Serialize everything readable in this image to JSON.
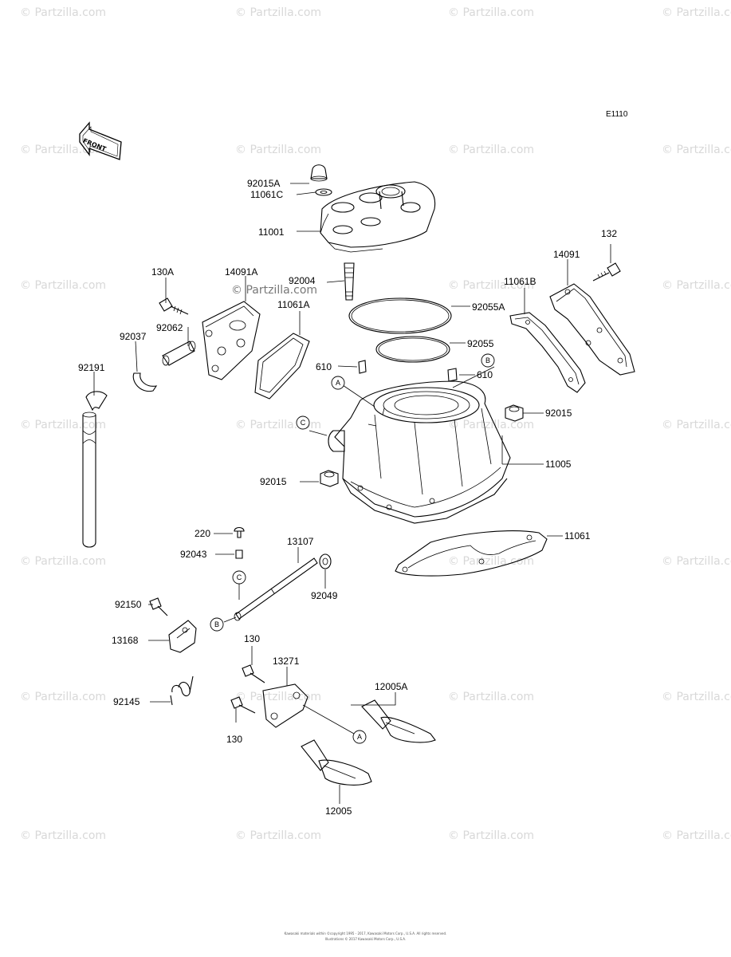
{
  "watermark": "© Partzilla.com",
  "diagram_code": "E1110",
  "front_arrow_text": "FRONT",
  "callouts": [
    "A",
    "B",
    "C"
  ],
  "part_labels": {
    "p92015A": "92015A",
    "p11061C": "11061C",
    "p11001": "11001",
    "p132": "132",
    "p14091": "14091",
    "p130A": "130A",
    "p14091A": "14091A",
    "p92004": "92004",
    "p11061B": "11061B",
    "p92055A": "92055A",
    "p11061A": "11061A",
    "p92062": "92062",
    "p92037": "92037",
    "p92055": "92055",
    "p610a": "610",
    "p610b": "610",
    "p92191": "92191",
    "p92015a": "92015",
    "p11005": "11005",
    "p92015b": "92015",
    "p220": "220",
    "p13107": "13107",
    "p11061": "11061",
    "p92043": "92043",
    "p92049": "92049",
    "p92150": "92150",
    "p13168": "13168",
    "p130a": "130",
    "p13271": "13271",
    "p12005A": "12005A",
    "p92145": "92145",
    "p130b": "130",
    "p12005": "12005"
  },
  "footer": {
    "line1": "Kawasaki materials within ©copyright 1995 - 2017, Kawasaki Motors Corp., U.S.A. All rights reserved.",
    "line2": "Illustrations © 2017 Kawasaki Motors Corp., U.S.A."
  }
}
